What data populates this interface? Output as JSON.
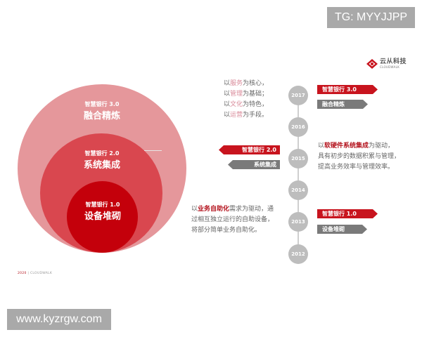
{
  "watermarks": {
    "top_right": "TG: MYYJJPP",
    "bottom_left": "www.kyzrgw.com"
  },
  "logo": {
    "name_cn": "云从科技",
    "name_en": "CLOUDWALK",
    "icon": "cloudwalk-logo-icon",
    "color": "#c8141e"
  },
  "circles": [
    {
      "level": "outer",
      "sub": "智慧银行 3.0",
      "main": "融合精炼",
      "color": "#e5979b"
    },
    {
      "level": "middle",
      "sub": "智慧银行 2.0",
      "main": "系统集成",
      "color": "#d9474f"
    },
    {
      "level": "inner",
      "sub": "智慧银行 1.0",
      "main": "设备堆砌",
      "color": "#c4000b"
    }
  ],
  "descriptions": {
    "v3": {
      "lines": [
        {
          "pre": "以",
          "hl": "服务",
          "post": "为核心，"
        },
        {
          "pre": "以",
          "hl": "管理",
          "post": "为基础；"
        },
        {
          "pre": "以",
          "hl": "文化",
          "post": "为特色，"
        },
        {
          "pre": "以",
          "hl": "运营",
          "post": "为手段。"
        }
      ]
    },
    "v2": {
      "line1_pre": "以",
      "line1_hl": "软硬件系统集成",
      "line1_post": "为驱动，",
      "line2": "具有初步的数据积累与管理，",
      "line3": "提高业务效率与管理效率。"
    },
    "v1": {
      "line1_pre": "以",
      "line1_hl": "业务自助化",
      "line1_post": "需求为驱动，通",
      "line2": "过相互独立运行的自助设备，",
      "line3": "将部分简单业务自助化。"
    }
  },
  "timeline": {
    "years": [
      "2017",
      "2016",
      "2015",
      "2014",
      "2013",
      "2012"
    ],
    "node_color": "#bdbdbd"
  },
  "tags": {
    "v3": {
      "title": "智慧银行 3.0",
      "label": "融合精炼"
    },
    "v2": {
      "title": "智慧银行 2.0",
      "label": "系统集成"
    },
    "v1": {
      "title": "智慧银行 1.0",
      "label": "设备堆砌"
    },
    "colors": {
      "red": "#c8141e",
      "gray": "#7a7a7a"
    }
  },
  "footer": {
    "year": "2020",
    "separator": "|",
    "brand": "CLOUDWALK"
  }
}
